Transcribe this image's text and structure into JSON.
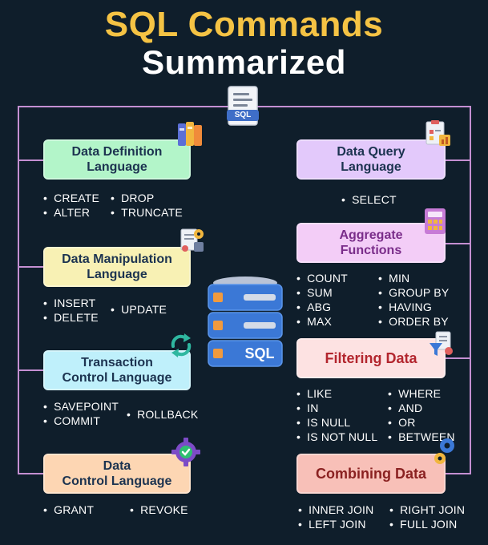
{
  "title_line1": "SQL Commands",
  "title_line2": "Summarized",
  "top_icon_label": "SQL",
  "db_label": "SQL",
  "colors": {
    "background": "#0f1e2b",
    "title_yellow": "#f5c344",
    "frame": "#c48fd2",
    "ddl": "#b3f5c9",
    "dml": "#f8f1b4",
    "tcl": "#bff0fb",
    "dcl": "#fdd6b3",
    "dql": "#e3c9fb",
    "agg": "#f3cdf7",
    "filter": "#fde2e2",
    "combine": "#f8c0b8"
  },
  "sections": {
    "ddl": {
      "label": "Data Definition\nLanguage",
      "col1": [
        "CREATE",
        "ALTER"
      ],
      "col2": [
        "DROP",
        "TRUNCATE"
      ]
    },
    "dml": {
      "label": "Data Manipulation\nLanguage",
      "col1": [
        "INSERT",
        "DELETE"
      ],
      "col2": [
        "UPDATE"
      ]
    },
    "tcl": {
      "label": "Transaction\nControl Language",
      "col1": [
        "SAVEPOINT",
        "COMMIT"
      ],
      "col2": [
        "ROLLBACK"
      ]
    },
    "dcl": {
      "label": "Data\nControl Language",
      "col1": [
        "GRANT"
      ],
      "col2": [
        "REVOKE"
      ]
    },
    "dql": {
      "label": "Data Query\nLanguage",
      "col1": [
        "SELECT"
      ]
    },
    "agg": {
      "label": "Aggregate\nFunctions",
      "col1": [
        "COUNT",
        "SUM",
        "ABG",
        "MAX"
      ],
      "col2": [
        "MIN",
        "GROUP BY",
        "HAVING",
        "ORDER BY"
      ]
    },
    "filter": {
      "label": "Filtering Data",
      "col1": [
        "LIKE",
        "IN",
        "IS NULL",
        "IS NOT NULL"
      ],
      "col2": [
        "WHERE",
        "AND",
        "OR",
        "BETWEEN"
      ]
    },
    "combine": {
      "label": "Combining Data",
      "col1": [
        "INNER JOIN",
        "LEFT JOIN"
      ],
      "col2": [
        "RIGHT JOIN",
        "FULL JOIN"
      ]
    }
  }
}
